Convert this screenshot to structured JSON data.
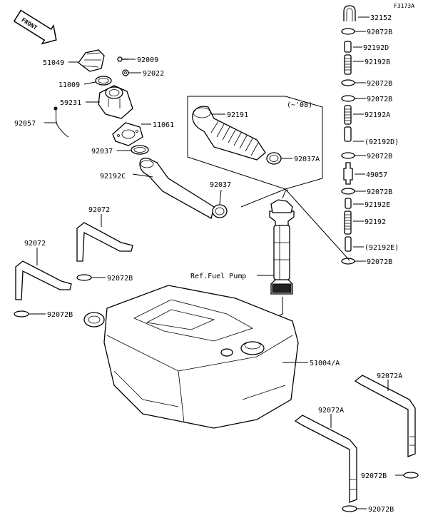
{
  "figure_code": "F3173A",
  "front_badge": "FRONT",
  "inset_note": "(~'08)",
  "ref_label": "Ref.Fuel Pump",
  "parts": {
    "p32152": "32152",
    "p92072b_1": "92072B",
    "p92192d": "92192D",
    "p92192b": "92192B",
    "p92072b_2": "92072B",
    "p92072b_3": "92072B",
    "p92192a": "92192A",
    "p92192d_opt": "(92192D)",
    "p92072b_4": "92072B",
    "p49057": "49057",
    "p92072b_5": "92072B",
    "p92192e": "92192E",
    "p92192": "92192",
    "p92192e_opt": "(92192E)",
    "p92072b_6": "92072B",
    "p51049": "51049",
    "p92009": "92009",
    "p92022": "92022",
    "p11009": "11009",
    "p59231": "59231",
    "p92057": "92057",
    "p11061": "11061",
    "p92037_1": "92037",
    "p92191": "92191",
    "p92037a": "92037A",
    "p92192c": "92192C",
    "p92037_2": "92037",
    "p92072_1": "92072",
    "p92072_2": "92072",
    "p92072b_7": "92072B",
    "p92072b_8": "92072B",
    "p51004a": "51004/A",
    "p92072a_1": "92072A",
    "p92072a_2": "92072A",
    "p92072b_9": "92072B",
    "p92072b_10": "92072B"
  }
}
